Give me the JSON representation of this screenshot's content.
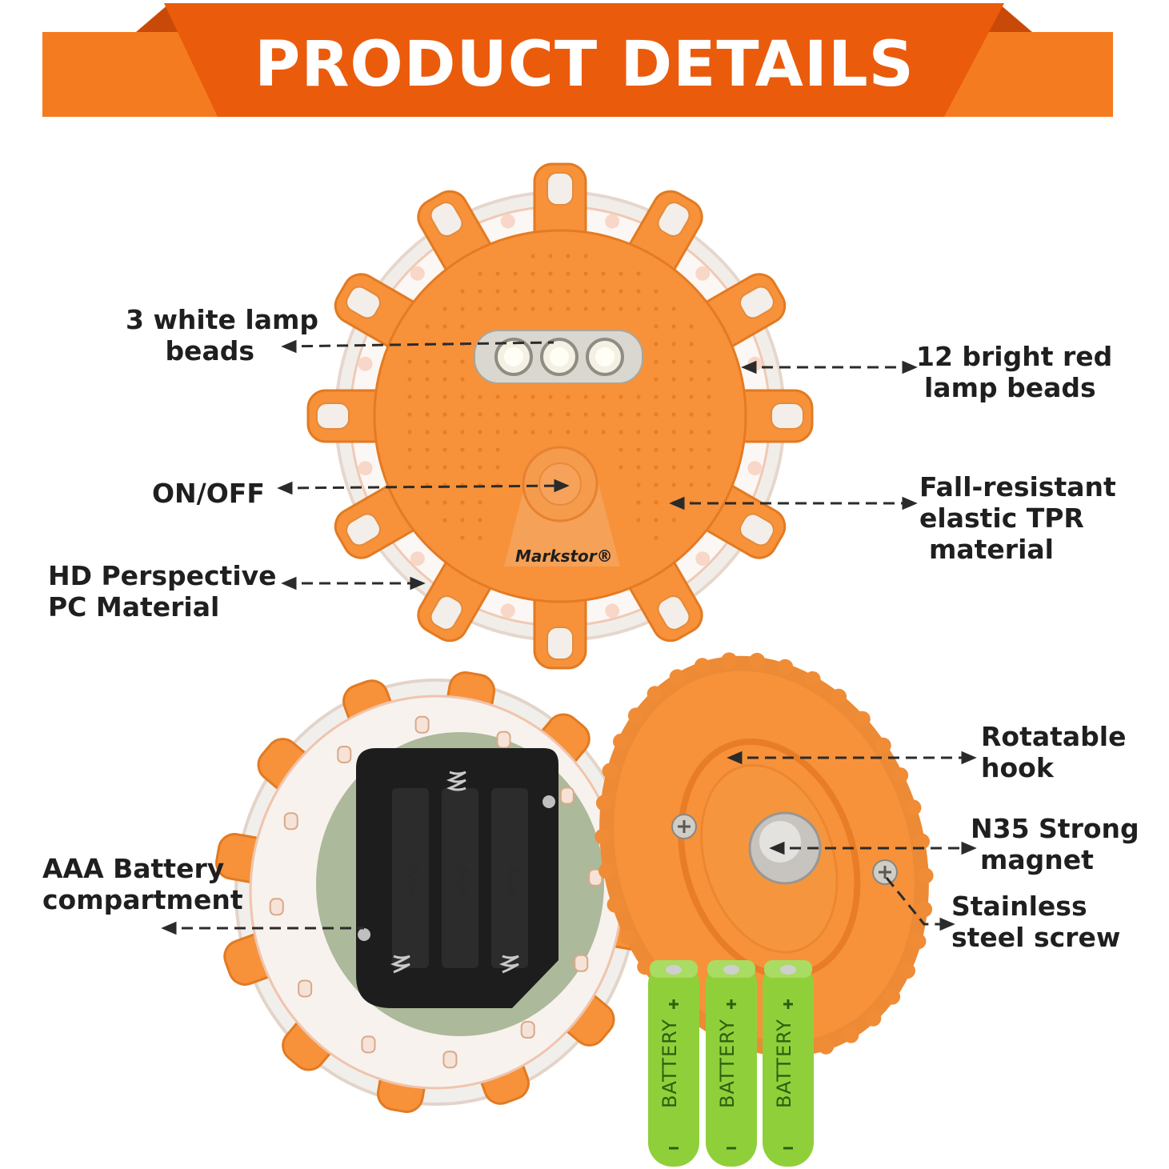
{
  "banner": {
    "title": "PRODUCT DETAILS"
  },
  "brand": "Markstor®",
  "labels": {
    "white_beads": [
      "3 white lamp",
      "beads"
    ],
    "red_beads": [
      "12 bright red",
      "lamp beads"
    ],
    "on_off": [
      "ON/OFF"
    ],
    "tpr": [
      "Fall-resistant",
      "elastic TPR",
      "material"
    ],
    "pc": [
      "HD Perspective",
      "PC Material"
    ],
    "hook": [
      "Rotatable",
      "hook"
    ],
    "magnet": [
      "N35 Strong",
      "magnet"
    ],
    "screw": [
      "Stainless",
      "steel screw"
    ],
    "battery_comp": [
      "AAA Battery",
      "compartment"
    ]
  },
  "battery_label": "BATTERY",
  "compartment_label": "AAA",
  "colors": {
    "banner_orange": "#ea5b0c",
    "banner_light": "#f47b20",
    "body_orange": "#f7923a",
    "battery_green": "#8fd03a"
  }
}
